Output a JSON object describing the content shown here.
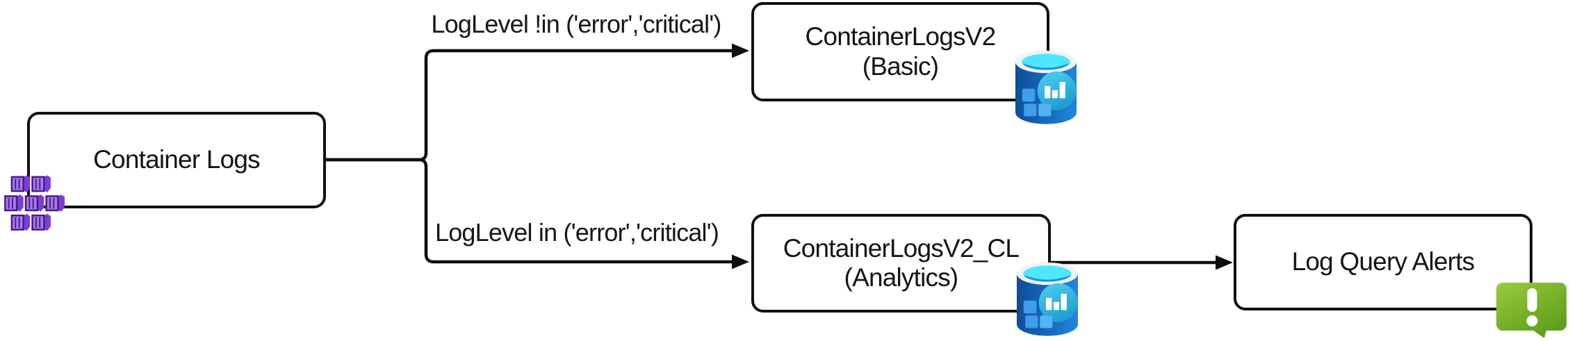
{
  "diagram": {
    "background_color": "#ffffff",
    "line_color": "#0e0e0e",
    "nodes": {
      "container_logs": {
        "label": "Container Logs",
        "icon": "containers-icon"
      },
      "basic_table": {
        "line1": "ContainerLogsV2",
        "line2": "(Basic)",
        "icon": "log-analytics-workspace-icon"
      },
      "analytics_table": {
        "line1": "ContainerLogsV2_CL",
        "line2": "(Analytics)",
        "icon": "log-analytics-workspace-icon"
      },
      "log_query_alerts": {
        "label": "Log Query Alerts",
        "icon": "alert-icon"
      }
    },
    "edge_labels": {
      "to_basic": "LogLevel !in ('error','critical')",
      "to_analytics": "LogLevel in ('error','critical')"
    },
    "icon_colors": {
      "container_purple": "#A678F2",
      "container_purple_dark": "#451F7C",
      "container_purple_side": "#7B3ED8",
      "db_body_blue_dark": "#0F4E96",
      "db_body_blue_light": "#2186DC",
      "db_rim_white": "#F2F2F2",
      "db_top_cyan": "#50E6FF",
      "db_swirl_teal": "#1490DF",
      "db_badge_teal": "#35C2E6",
      "db_square_blue": "#3E9EEC",
      "db_square_blue_light": "#55B2F0",
      "alert_green_light": "#9BCB3C",
      "alert_green_dark": "#5F9E1D"
    }
  }
}
